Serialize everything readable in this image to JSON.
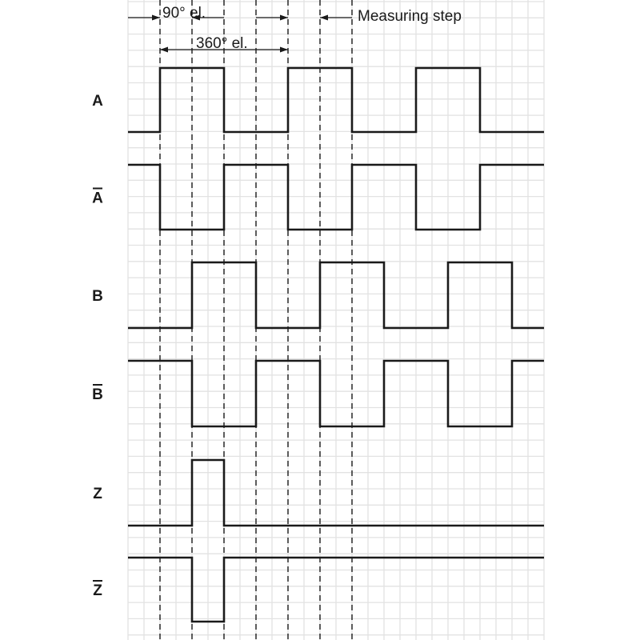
{
  "annotations": {
    "phase": "90° el.",
    "period": "360° el.",
    "step": "Measuring step"
  },
  "signals": [
    {
      "label": "A",
      "overline": false,
      "bits": [
        0,
        1,
        1,
        0,
        0,
        1,
        1,
        0,
        0,
        1,
        1,
        0,
        0
      ]
    },
    {
      "label": "A",
      "overline": true,
      "bits": [
        1,
        0,
        0,
        1,
        1,
        0,
        0,
        1,
        1,
        0,
        0,
        1,
        1
      ]
    },
    {
      "label": "B",
      "overline": false,
      "bits": [
        0,
        0,
        1,
        1,
        0,
        0,
        1,
        1,
        0,
        0,
        1,
        1,
        0
      ]
    },
    {
      "label": "B",
      "overline": true,
      "bits": [
        1,
        1,
        0,
        0,
        1,
        1,
        0,
        0,
        1,
        1,
        0,
        0,
        1
      ]
    },
    {
      "label": "Z",
      "overline": false,
      "bits": [
        0,
        0,
        1,
        0,
        0,
        0,
        0,
        0,
        0,
        0,
        0,
        0,
        0
      ]
    },
    {
      "label": "Z",
      "overline": true,
      "bits": [
        1,
        1,
        0,
        1,
        1,
        1,
        1,
        1,
        1,
        1,
        1,
        1,
        1
      ]
    }
  ],
  "colors": {
    "grid": "#e2e2e2",
    "line": "#1a1a1a"
  }
}
